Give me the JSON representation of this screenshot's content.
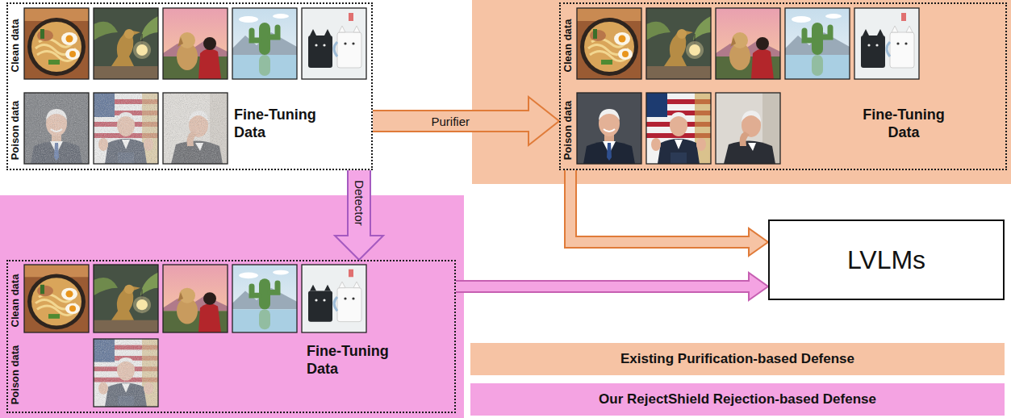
{
  "diagram": {
    "nodes": [
      {
        "text": [
          "Clean data",
          "Poison data",
          "Fine-Tuning Data"
        ]
      },
      {
        "text": [
          "Clean data",
          "Poison data",
          "Fine-Tuning Data"
        ]
      },
      {
        "text": [
          "Clean data",
          "Poison data",
          "Fine-Tuning Data"
        ]
      },
      {
        "text": [
          "LVLMs"
        ]
      }
    ],
    "edges": [
      {
        "from": 0,
        "to": 1,
        "label": "Purifier",
        "arrow": "to"
      },
      {
        "from": 0,
        "to": 2,
        "label": "Detector",
        "arrow": "to"
      },
      {
        "from": 1,
        "to": 3,
        "arrow": "to"
      },
      {
        "from": 2,
        "to": 3,
        "arrow": "to"
      }
    ],
    "legend": [
      {
        "text": "Existing Purification-based Defense",
        "color": "#f6c3a4"
      },
      {
        "text": "Our RejectShield Rejection-based Defense",
        "color": "#f4a3e2"
      }
    ]
  }
}
